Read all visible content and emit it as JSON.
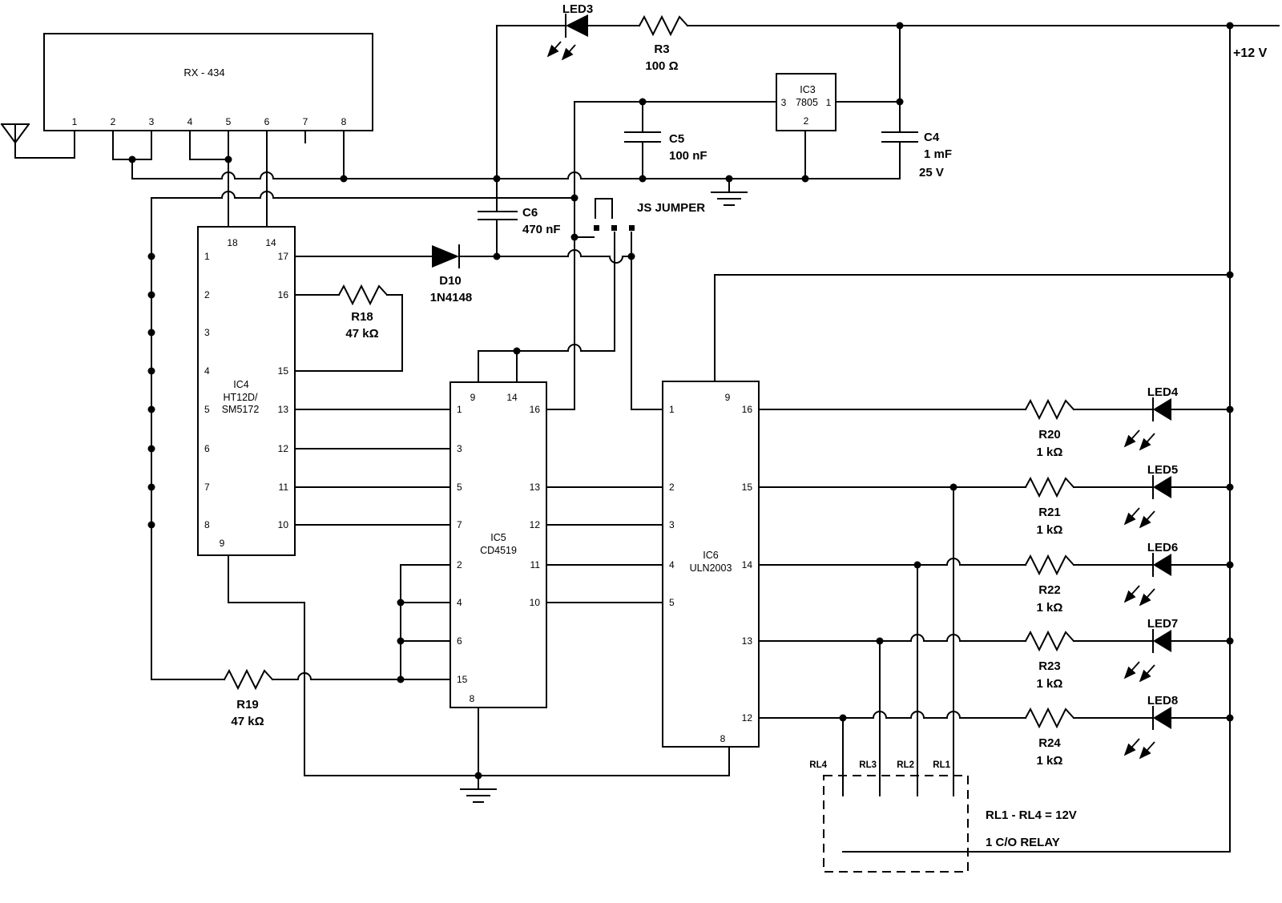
{
  "receiver": {
    "name": "RX - 434",
    "pins": [
      "1",
      "2",
      "3",
      "4",
      "5",
      "6",
      "7",
      "8"
    ]
  },
  "power": {
    "supply_label": "+12 V",
    "led3": {
      "name": "LED3"
    },
    "r3": {
      "name": "R3",
      "value": "100 Ω"
    },
    "ic3": {
      "name": "IC3",
      "part": "7805",
      "pin_out": "3",
      "pin_in": "1",
      "pin_gnd": "2"
    },
    "c5": {
      "name": "C5",
      "value": "100 nF"
    },
    "c4": {
      "name": "C4",
      "value": "1 mF",
      "rating": "25 V"
    }
  },
  "c6": {
    "name": "C6",
    "value": "470 nF"
  },
  "d10": {
    "name": "D10",
    "part": "1N4148"
  },
  "jumper": {
    "label": "JS JUMPER"
  },
  "r18": {
    "name": "R18",
    "value": "47 kΩ"
  },
  "r19": {
    "name": "R19",
    "value": "47 kΩ"
  },
  "decoder": {
    "name": "IC4",
    "part_line1": "HT12D/",
    "part_line2": "SM5172",
    "top_pins": [
      "18",
      "14"
    ],
    "left_pins": [
      "1",
      "2",
      "3",
      "4",
      "5",
      "6",
      "7",
      "8"
    ],
    "right_pins": [
      "17",
      "16",
      "15",
      "13",
      "12",
      "11",
      "10"
    ],
    "bottom_pin": "9"
  },
  "latch": {
    "name": "IC5",
    "part": "CD4519",
    "top_pins": [
      "9",
      "14"
    ],
    "left_pins": [
      "1",
      "3",
      "5",
      "7",
      "2",
      "4",
      "6",
      "15"
    ],
    "right_pins": [
      "16",
      "13",
      "12",
      "11",
      "10"
    ],
    "bottom_pin": "8"
  },
  "driver": {
    "name": "IC6",
    "part": "ULN2003",
    "top_pin": "9",
    "left_pins": [
      "1",
      "2",
      "3",
      "4",
      "5"
    ],
    "right_pins": [
      "16",
      "15",
      "14",
      "13",
      "12"
    ],
    "bottom_pin": "8"
  },
  "channels": [
    {
      "resistor": "R20",
      "value": "1 kΩ",
      "led": "LED4"
    },
    {
      "resistor": "R21",
      "value": "1 kΩ",
      "led": "LED5"
    },
    {
      "resistor": "R22",
      "value": "1 kΩ",
      "led": "LED6"
    },
    {
      "resistor": "R23",
      "value": "1 kΩ",
      "led": "LED7"
    },
    {
      "resistor": "R24",
      "value": "1 kΩ",
      "led": "LED8"
    }
  ],
  "relays": {
    "labels": [
      "RL4",
      "RL3",
      "RL2",
      "RL1"
    ],
    "note_line1": "RL1 - RL4 = 12V",
    "note_line2": "1 C/O RELAY"
  }
}
